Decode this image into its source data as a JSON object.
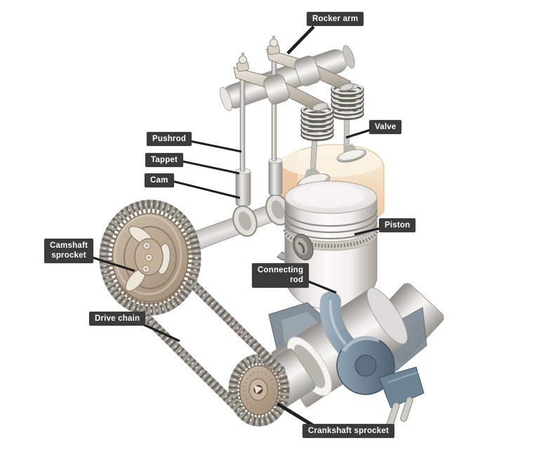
{
  "diagram": {
    "labels": {
      "rocker_arm": "Rocker arm",
      "pushrod": "Pushrod",
      "tappet": "Tappet",
      "cam": "Cam",
      "valve": "Valve",
      "piston": "Piston",
      "camshaft_sprocket": {
        "line1": "Camshaft",
        "line2": "sprocket"
      },
      "connecting_rod": {
        "line1": "Connecting",
        "line2": "rod"
      },
      "drive_chain": "Drive chain",
      "crankshaft_sprocket": "Crankshaft sprocket"
    },
    "colors": {
      "background": "#ffffff",
      "label_bg": "#3b3b3b",
      "label_text": "#ffffff",
      "leader_line": "#1f1f1f",
      "steel_light": "#f2f1ee",
      "steel_dark": "#8e8b85",
      "sprocket_tan": "#b2a08b",
      "connecting_rod_blue": "#7e92a2",
      "combustion_peach": "#f3d9bb"
    }
  }
}
